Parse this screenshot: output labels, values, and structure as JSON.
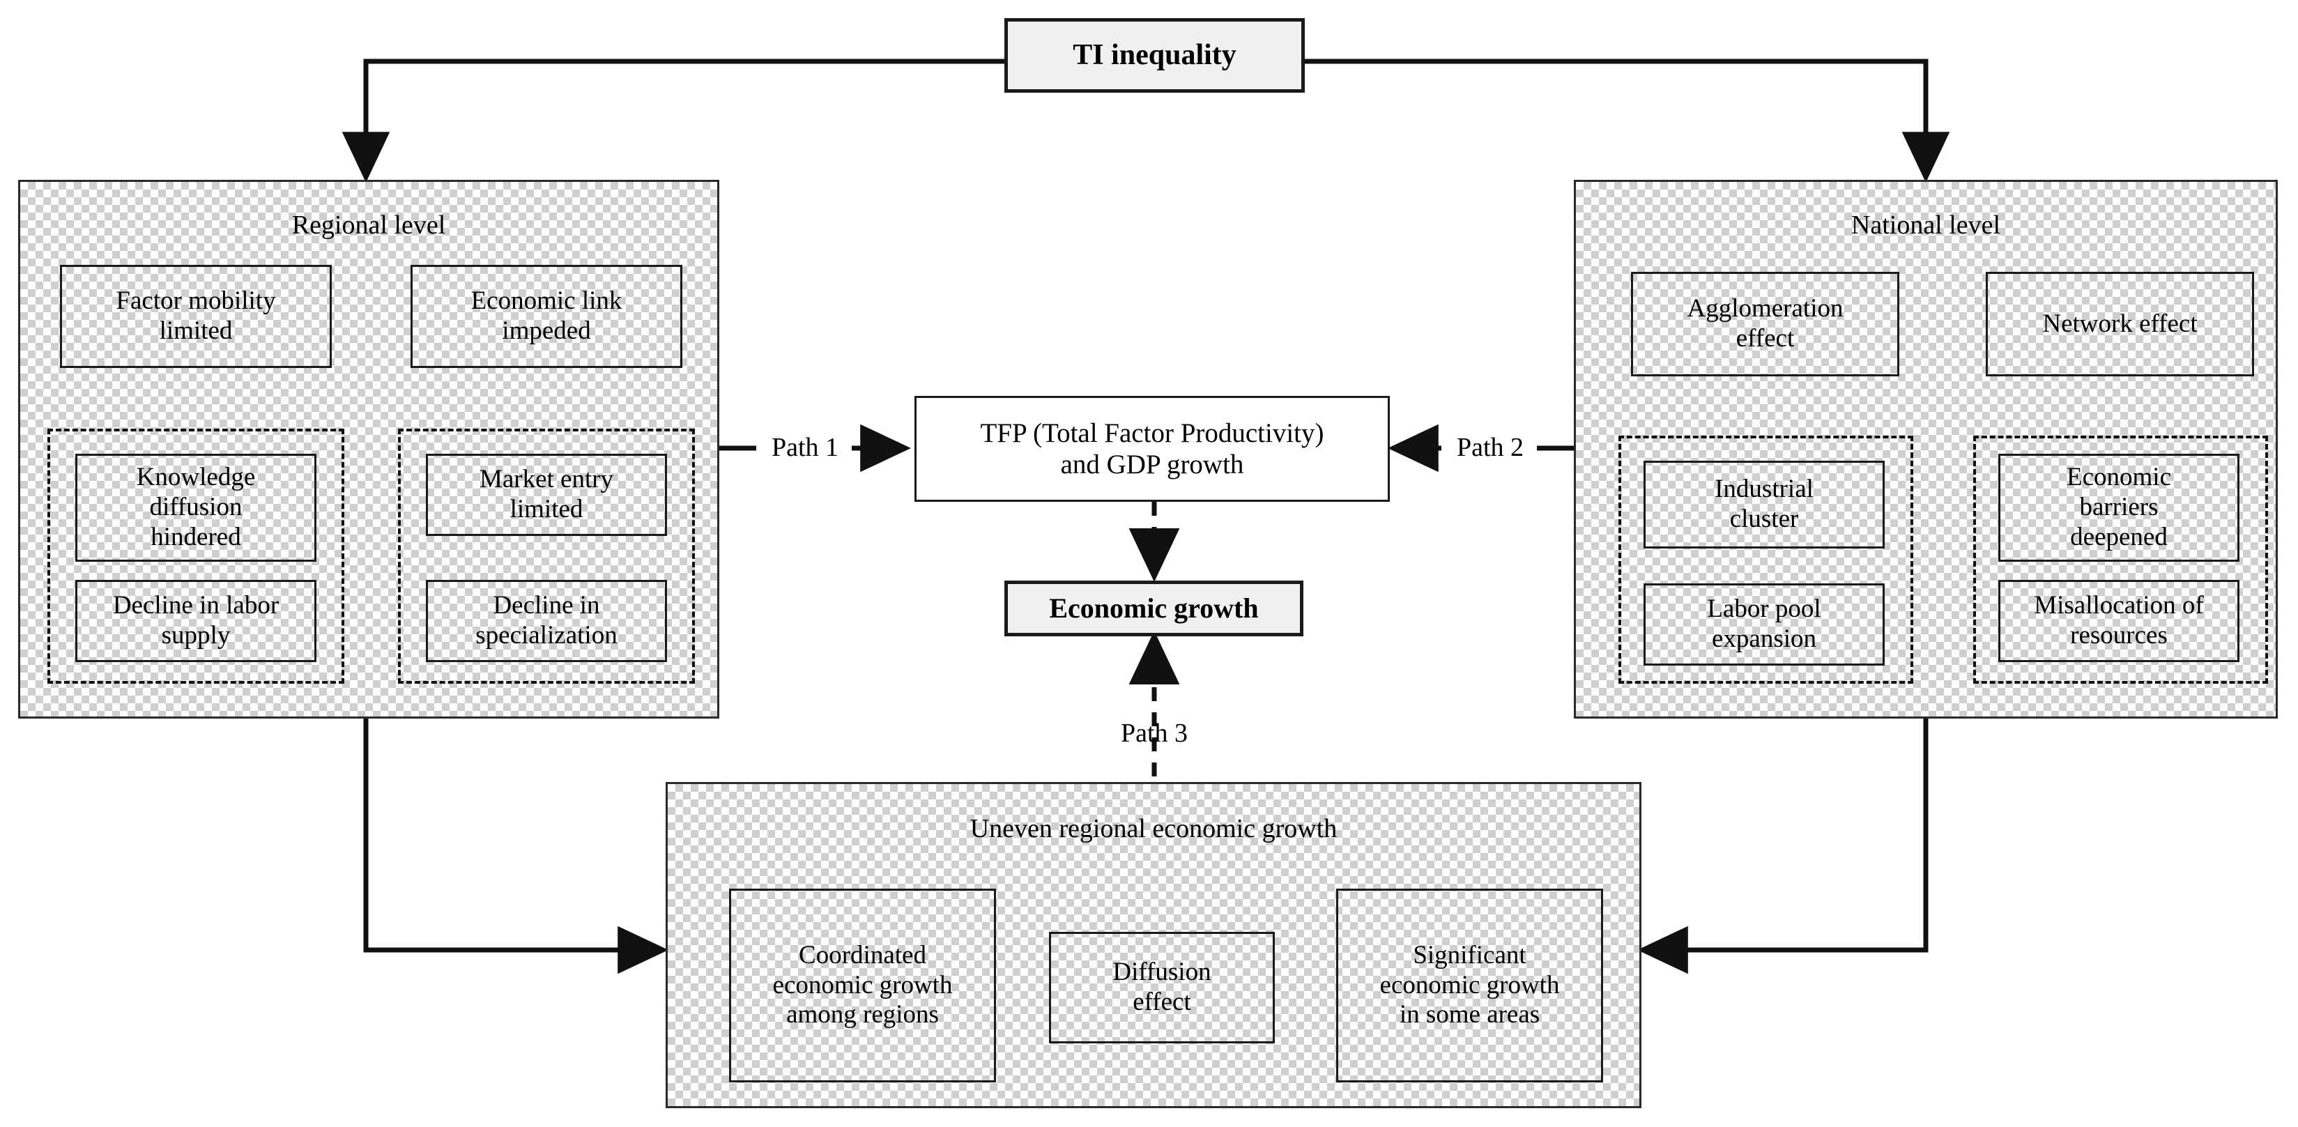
{
  "title": {
    "label": "TI inequality"
  },
  "center": {
    "tfp_label": "TFP (Total Factor Productivity)\nand GDP growth",
    "tfp_line1": "TFP (Total Factor Productivity)",
    "tfp_line2": "and GDP growth",
    "growth_label": "Economic growth"
  },
  "paths": {
    "path1": "Path 1",
    "path2": "Path 2",
    "path3": "Path 3"
  },
  "regional": {
    "title": "Regional level",
    "col1": {
      "head": "Factor mobility\nlimited",
      "head_line1": "Factor mobility",
      "head_line2": "limited",
      "items": [
        {
          "line1": "Knowledge",
          "line2": "diffusion",
          "line3": "hindered"
        },
        {
          "line1": "Decline in labor",
          "line2": "supply"
        }
      ]
    },
    "col2": {
      "head_line1": "Economic link",
      "head_line2": "impeded",
      "items": [
        {
          "line1": "Market entry",
          "line2": "limited"
        },
        {
          "line1": "Decline in",
          "line2": "specialization"
        }
      ]
    }
  },
  "national": {
    "title": "National level",
    "col1": {
      "head_line1": "Agglomeration",
      "head_line2": "effect",
      "items": [
        {
          "line1": "Industrial",
          "line2": "cluster"
        },
        {
          "line1": "Labor pool",
          "line2": "expansion"
        }
      ]
    },
    "col2": {
      "head_line1": "Network effect",
      "head_line2": "",
      "items": [
        {
          "line1": "Economic",
          "line2": "barriers",
          "line3": "deepened"
        },
        {
          "line1": "Misallocation of",
          "line2": "resources"
        }
      ]
    }
  },
  "uneven": {
    "title": "Uneven regional economic growth",
    "coordinated": {
      "line1": "Coordinated",
      "line2": "economic growth",
      "line3": "among regions"
    },
    "diffusion": {
      "line1": "Diffusion",
      "line2": "effect"
    },
    "significant": {
      "line1": "Significant",
      "line2": "economic growth",
      "line3": "in some areas"
    }
  },
  "colors": {
    "ink": "#1a1a1a",
    "shaded_fill": "#f0f0f0",
    "panel_fill": "#fdfdfd",
    "panel_dot": "#cfcfcf",
    "page_bg": "#ffffff"
  }
}
